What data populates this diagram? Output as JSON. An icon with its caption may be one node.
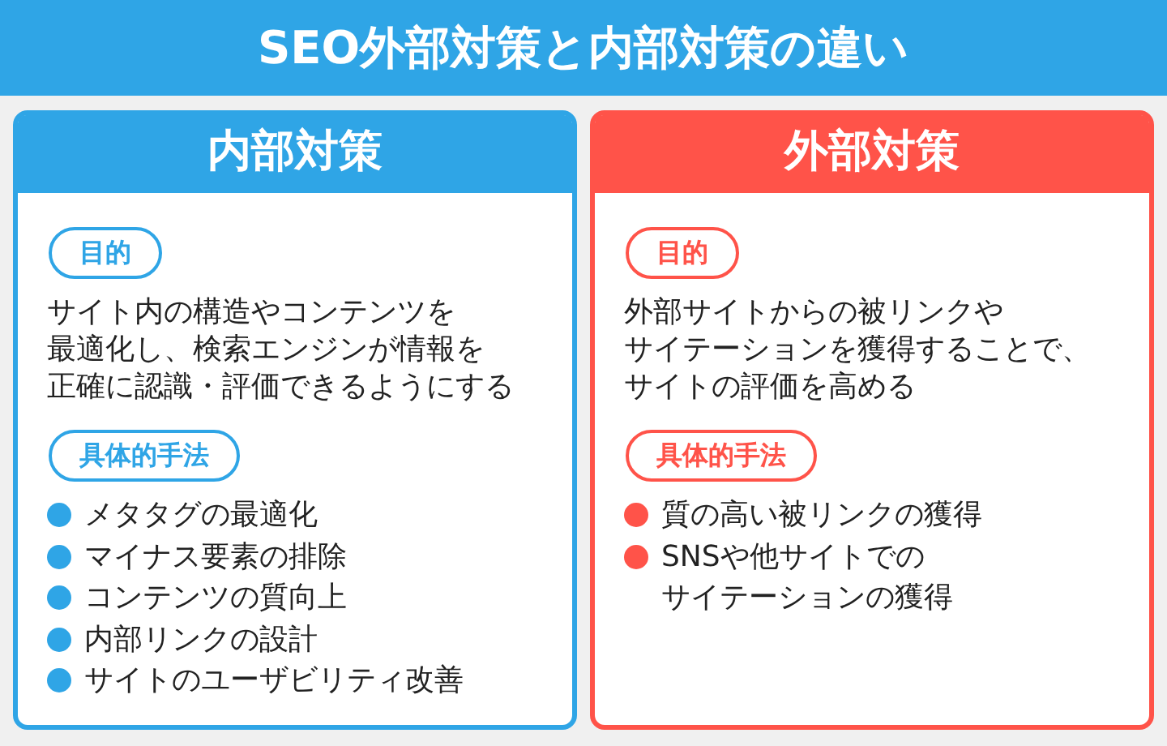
{
  "diagram": {
    "title": "SEO外部対策と内部対策の違い",
    "nodes": [
      {
        "text": [
          "内部対策",
          "サイト内の構造やコンテンツを最適化し、検索エンジンが情報を正確に認識・評価できるようにする",
          "メタタグの最適化",
          "マイナス要素の排除",
          "コンテンツの質向上",
          "内部リンクの設計",
          "サイトのユーザビリティ改善"
        ]
      },
      {
        "text": [
          "目的"
        ],
        "in": 0
      },
      {
        "text": [
          "具体的手法"
        ],
        "in": 0
      },
      {
        "text": [
          "外部対策",
          "外部サイトからの被リンクやサイテーションを獲得することで、サイトの評価を高める",
          "質の高い被リンクの獲得",
          "SNSや他サイトでのサイテーションの獲得"
        ]
      },
      {
        "text": [
          "目的"
        ],
        "in": 3
      },
      {
        "text": [
          "具体的手法"
        ],
        "in": 3
      }
    ]
  }
}
